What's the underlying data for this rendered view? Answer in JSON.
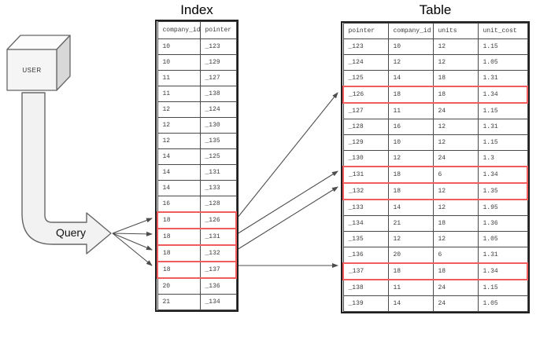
{
  "user_label": "USER",
  "query_label": "Query",
  "index_table": {
    "title": "Index",
    "columns": [
      "company_id",
      "pointer"
    ],
    "rows": [
      [
        "10",
        "_123"
      ],
      [
        "10",
        "_129"
      ],
      [
        "11",
        "_127"
      ],
      [
        "11",
        "_138"
      ],
      [
        "12",
        "_124"
      ],
      [
        "12",
        "_130"
      ],
      [
        "12",
        "_135"
      ],
      [
        "14",
        "_125"
      ],
      [
        "14",
        "_131"
      ],
      [
        "14",
        "_133"
      ],
      [
        "16",
        "_128"
      ],
      [
        "18",
        "_126"
      ],
      [
        "18",
        "_131"
      ],
      [
        "18",
        "_132"
      ],
      [
        "18",
        "_137"
      ],
      [
        "20",
        "_136"
      ],
      [
        "21",
        "_134"
      ]
    ],
    "highlighted_rows": [
      11,
      12,
      13,
      14
    ]
  },
  "main_table": {
    "title": "Table",
    "columns": [
      "pointer",
      "company_id",
      "units",
      "unit_cost"
    ],
    "rows": [
      [
        "_123",
        "10",
        "12",
        "1.15"
      ],
      [
        "_124",
        "12",
        "12",
        "1.05"
      ],
      [
        "_125",
        "14",
        "18",
        "1.31"
      ],
      [
        "_126",
        "18",
        "18",
        "1.34"
      ],
      [
        "_127",
        "11",
        "24",
        "1.15"
      ],
      [
        "_128",
        "16",
        "12",
        "1.31"
      ],
      [
        "_129",
        "10",
        "12",
        "1.15"
      ],
      [
        "_130",
        "12",
        "24",
        "1.3"
      ],
      [
        "_131",
        "18",
        "6",
        "1.34"
      ],
      [
        "_132",
        "18",
        "12",
        "1.35"
      ],
      [
        "_133",
        "14",
        "12",
        "1.95"
      ],
      [
        "_134",
        "21",
        "18",
        "1.36"
      ],
      [
        "_135",
        "12",
        "12",
        "1.05"
      ],
      [
        "_136",
        "20",
        "6",
        "1.31"
      ],
      [
        "_137",
        "18",
        "18",
        "1.34"
      ],
      [
        "_138",
        "11",
        "24",
        "1.15"
      ],
      [
        "_139",
        "14",
        "24",
        "1.05"
      ]
    ],
    "highlighted_rows": [
      3,
      8,
      9,
      14
    ]
  },
  "query_targets": [
    "_126",
    "_131",
    "_132",
    "_137"
  ],
  "colors": {
    "highlight": "#f25c5c",
    "arrow": "#4d4d4d",
    "shape_fill": "#f2f2f2",
    "shape_stroke": "#666666"
  }
}
